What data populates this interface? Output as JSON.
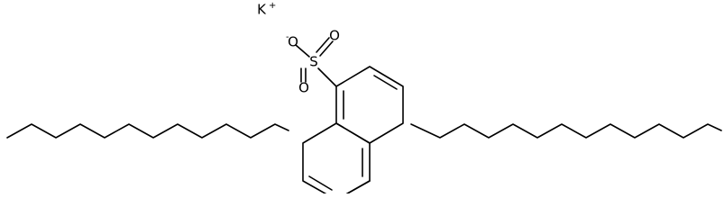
{
  "molecule": {
    "labels": {
      "potassium": "K",
      "potassium_charge": "+",
      "oxygen_top": "O",
      "oxygen_top_charge": "-",
      "sulfur": "S",
      "oxygen_right": "O",
      "oxygen_bottom": "O"
    }
  }
}
